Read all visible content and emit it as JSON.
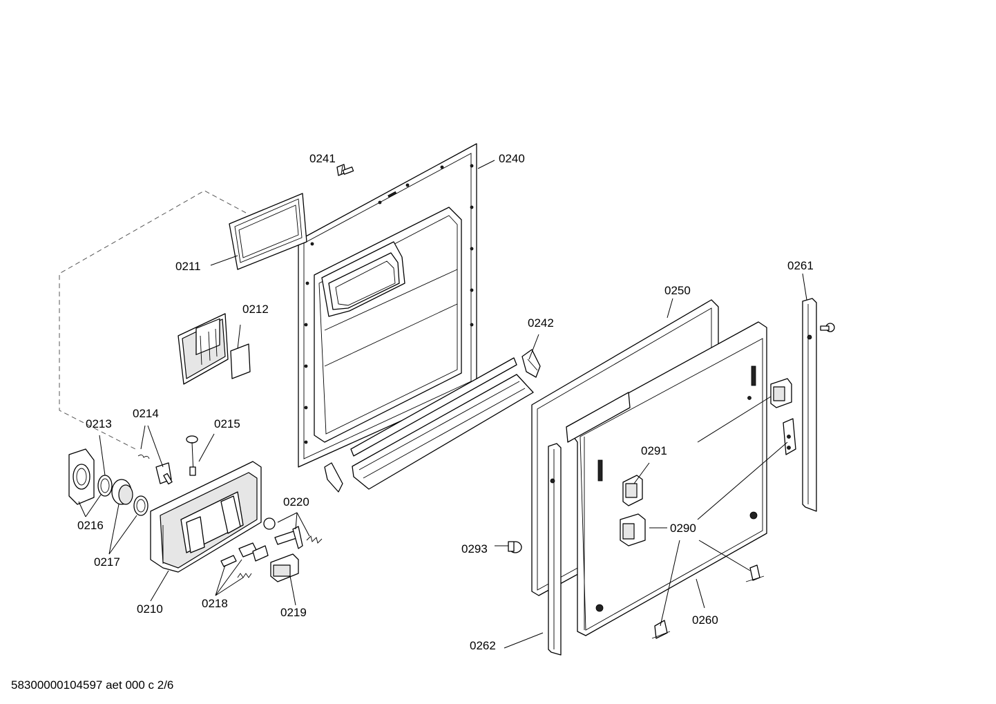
{
  "footer": {
    "doc_id": "58300000104597 aet 000 c 2/6"
  },
  "labels": {
    "p0210": "0210",
    "p0211": "0211",
    "p0212": "0212",
    "p0213": "0213",
    "p0214": "0214",
    "p0215": "0215",
    "p0216": "0216",
    "p0217": "0217",
    "p0218": "0218",
    "p0219": "0219",
    "p0220": "0220",
    "p0240": "0240",
    "p0241": "0241",
    "p0242": "0242",
    "p0250": "0250",
    "p0260": "0260",
    "p0261": "0261",
    "p0262": "0262",
    "p0290": "0290",
    "p0291": "0291",
    "p0293": "0293"
  }
}
